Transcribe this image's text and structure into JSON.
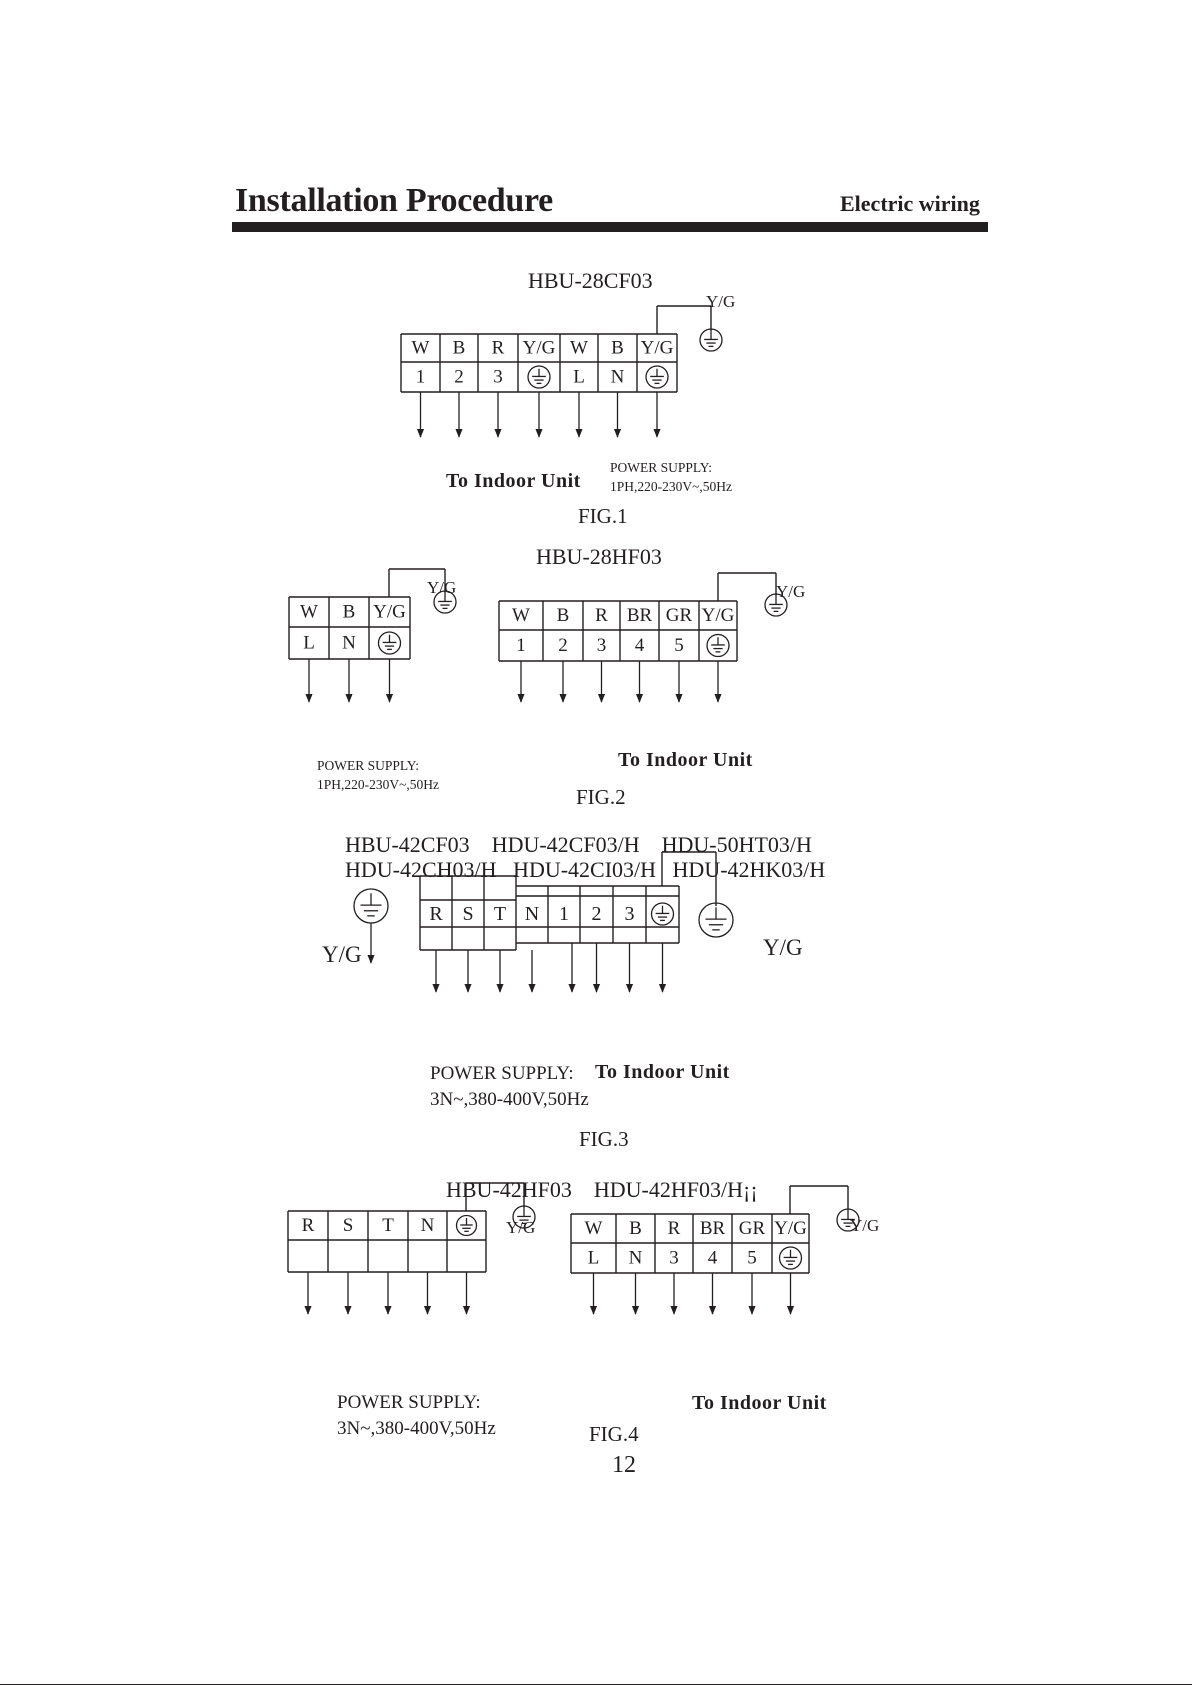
{
  "header": {
    "title": "Installation Procedure",
    "section": "Electric wiring"
  },
  "page_number": "12",
  "fig1": {
    "model": "HBU-28CF03",
    "top_labels": [
      "W",
      "B",
      "R",
      "Y/G",
      "W",
      "B",
      "Y/G"
    ],
    "bottom_labels": [
      "1",
      "2",
      "3",
      "",
      "L",
      "N",
      ""
    ],
    "ground_label": "Y/G",
    "indoor_label": "To  Indoor  Unit",
    "power_supply": [
      "POWER SUPPLY:",
      "1PH,220-230V~,50Hz"
    ],
    "caption": "FIG.1"
  },
  "fig2": {
    "model": "HBU-28HF03",
    "power_top": [
      "W",
      "B",
      "Y/G"
    ],
    "power_bottom": [
      "L",
      "N",
      ""
    ],
    "indoor_top": [
      "W",
      "B",
      "R",
      "BR",
      "GR",
      "Y/G"
    ],
    "indoor_bottom": [
      "1",
      "2",
      "3",
      "4",
      "5",
      ""
    ],
    "ground_label": "Y/G",
    "indoor_label": "To  Indoor  Unit",
    "power_supply": [
      "POWER SUPPLY:",
      "1PH,220-230V~,50Hz"
    ],
    "caption": "FIG.2"
  },
  "fig3": {
    "models": [
      "HBU-42CF03    HDU-42CF03/H    HDU-50HT03/H",
      "HDU-42CH03/H   HDU-42CI03/H   HDU-42HK03/H"
    ],
    "terminals": [
      "R",
      "S",
      "T",
      "N",
      "1",
      "2",
      "3",
      ""
    ],
    "ground_label": "Y/G",
    "power_supply": [
      "POWER SUPPLY:",
      "3N~,380-400V,50Hz"
    ],
    "indoor_label": "To  Indoor  Unit",
    "caption": "FIG.3"
  },
  "fig4": {
    "model": "HBU-42HF03    HDU-42HF03/H¡¡",
    "power_top": [
      "R",
      "S",
      "T",
      "N",
      ""
    ],
    "indoor_top": [
      "W",
      "B",
      "R",
      "BR",
      "GR",
      "Y/G"
    ],
    "indoor_bottom": [
      "L",
      "N",
      "3",
      "4",
      "5",
      ""
    ],
    "ground_label": "Y/G",
    "indoor_label": "To  Indoor  Unit",
    "power_supply": [
      "POWER SUPPLY:",
      "3N~,380-400V,50Hz"
    ],
    "caption": "FIG.4"
  },
  "colors": {
    "ink": "#231f20",
    "paper": "#ffffff"
  }
}
